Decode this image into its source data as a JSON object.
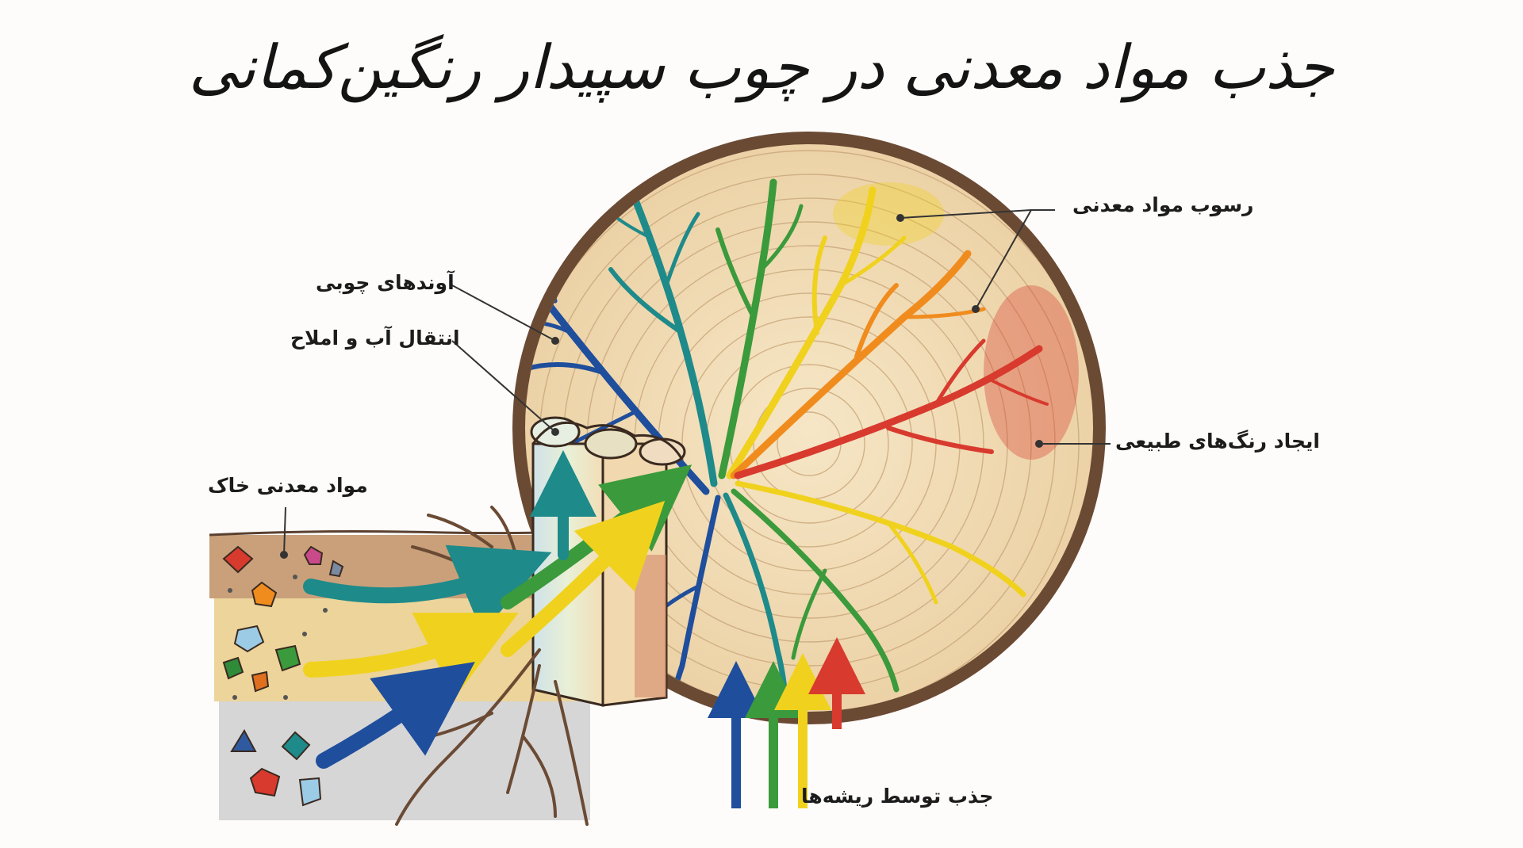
{
  "title": "جذب مواد معدنی در چوب سپیدار رنگین‌کمانی",
  "labels": {
    "deposition": "رسوب مواد معدنی",
    "vessels": "آوندهای چوبی",
    "transport": "انتقال آب و املاح",
    "natural_colors": "ایجاد رنگ‌های طبیعی",
    "soil_minerals": "مواد معدنی خاک",
    "root_uptake": "جذب توسط ریشه‌ها"
  },
  "colors": {
    "blue": "#1f4e9c",
    "teal": "#1e8a8a",
    "green": "#3b9a3b",
    "yellow": "#f0d21e",
    "orange": "#f08c1e",
    "red": "#d83a2e",
    "bark": "#6b4a34",
    "wood": "#f2dcb4",
    "soil_brown": "#c9a07a",
    "soil_yellow": "#ecd49a",
    "soil_gray": "#d6d6d6"
  },
  "icons": [
    "crystal-icon",
    "arrow-up-icon",
    "curved-arrow-icon"
  ]
}
